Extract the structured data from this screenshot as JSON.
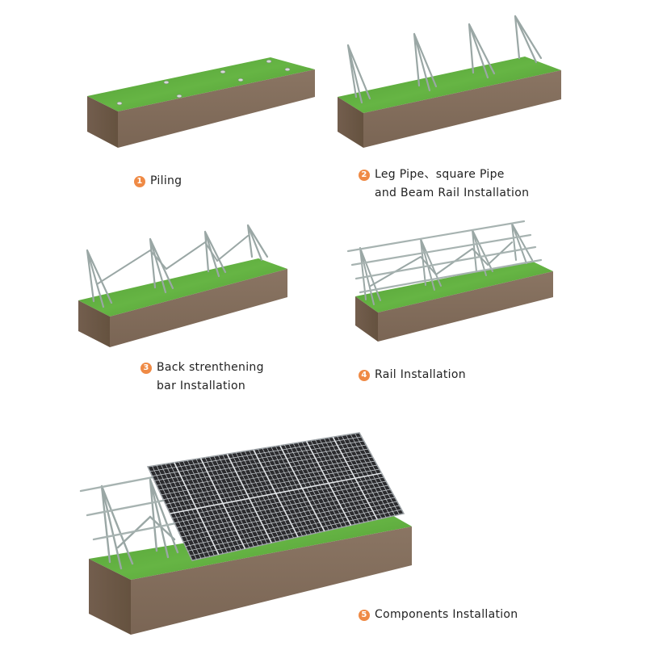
{
  "steps": [
    {
      "number": "1",
      "lines": [
        "Piling"
      ]
    },
    {
      "number": "2",
      "lines": [
        "Leg Pipe、square Pipe",
        "and Beam Rail Installation"
      ]
    },
    {
      "number": "3",
      "lines": [
        "Back strenthening",
        "bar Installation"
      ]
    },
    {
      "number": "4",
      "lines": [
        "Rail Installation"
      ]
    },
    {
      "number": "5",
      "lines": [
        "Components Installation"
      ]
    }
  ],
  "colors": {
    "badge": "#ef8a45",
    "grass": "#5aa83a",
    "grass_dark": "#3f8a2a",
    "soil_front": "#85705f",
    "soil_side": "#6e5a4b",
    "steel": "#9aa7a5",
    "panel": "#2b2b2e",
    "panel_grid": "#d9dde0"
  }
}
